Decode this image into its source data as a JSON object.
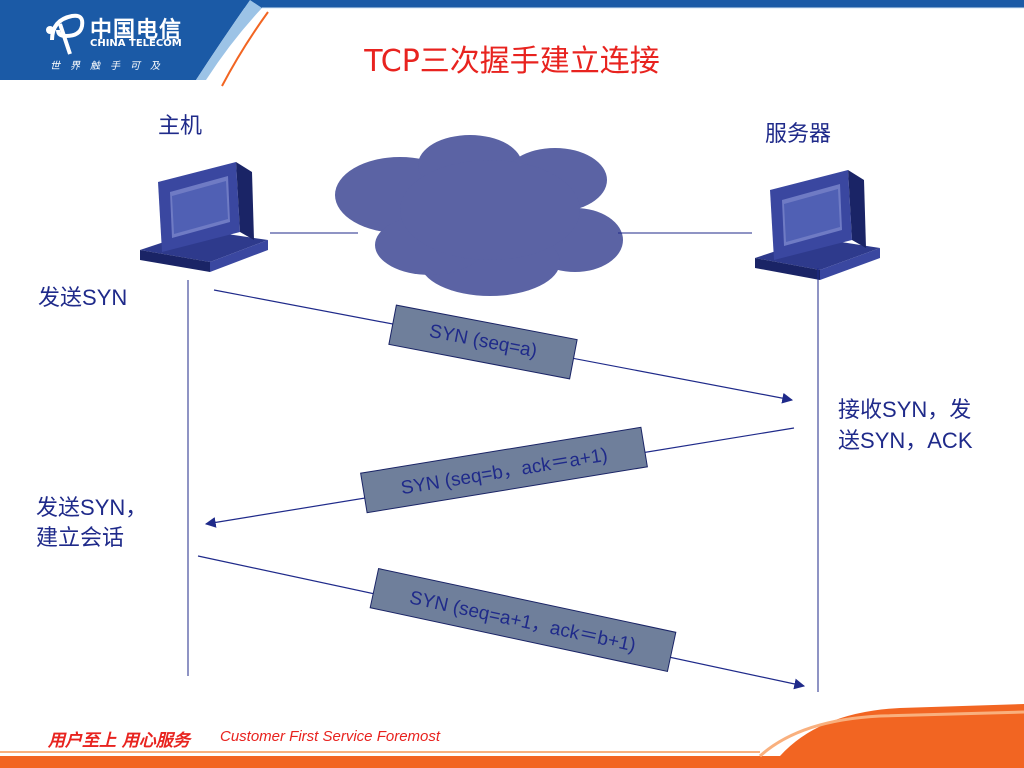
{
  "header": {
    "logo_cn": "中国电信",
    "logo_en": "CHINA TELECOM",
    "logo_slogan": "世界触手可及",
    "title": "TCP三次握手建立连接"
  },
  "diagram": {
    "host_label": "主机",
    "server_label": "服务器",
    "host_step1": {
      "cn": "发送",
      "lat": "SYN"
    },
    "server_step": {
      "line1_cn": "接收",
      "line1_lat": "SYN，发",
      "line2_cn": "送",
      "line2_lat": "SYN，ACK"
    },
    "host_step2": {
      "line1_cn": "发送",
      "line1_lat": "SYN，",
      "line2_cn": "建立会话"
    },
    "messages": [
      {
        "text": "SYN (seq=a)"
      },
      {
        "text": "SYN (seq=b，ack＝a+1)"
      },
      {
        "text": "SYN (seq=a+1，ack＝b+1)"
      }
    ]
  },
  "footer": {
    "slogan_cn": "用户至上 用心服务",
    "slogan_en": "Customer First Service Foremost"
  },
  "colors": {
    "brand_blue": "#1b5aa6",
    "accent_orange": "#f26522",
    "title_red": "#e8231f",
    "diagram_blue": "#1f2a8a",
    "cloud": "#5b63a4",
    "box_fill": "#6f7f9b"
  }
}
